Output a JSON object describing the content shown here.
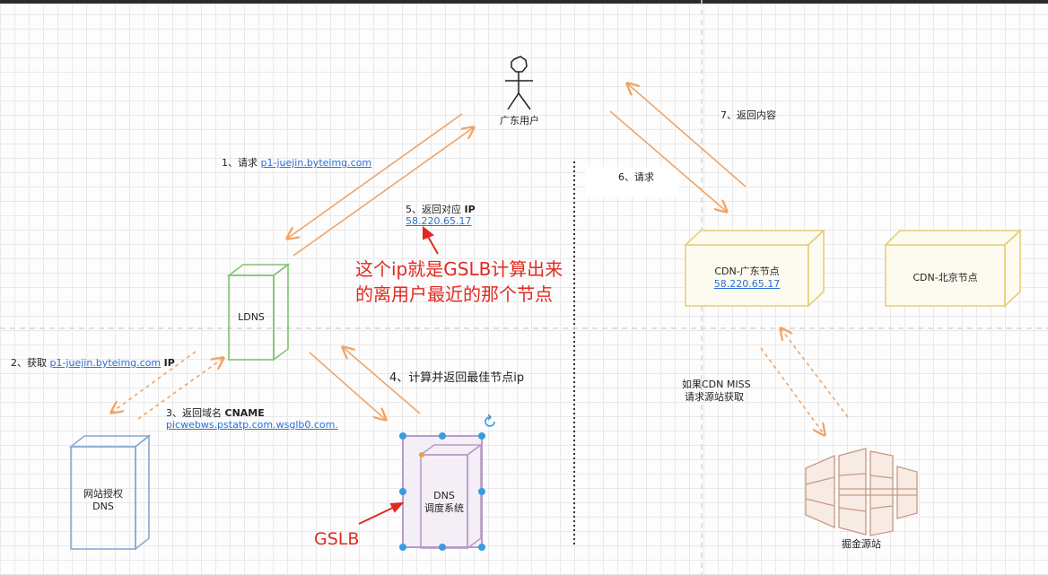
{
  "colors": {
    "arrow": "#f0a468",
    "red": "#e02a20",
    "link": "#2a6fd6",
    "ldns": "#82c272",
    "dns": "#8aa8cf",
    "gslb": "#b89ac8",
    "cdn": "#e3cf7c",
    "origin": "#c89a83",
    "handle": "#3a9be0"
  },
  "user": {
    "label": "广东用户"
  },
  "steps": {
    "s1": {
      "label": "1、请求",
      "link": "p1-juejin.byteimg.com"
    },
    "s2": {
      "label": "2、获取",
      "link": "p1-juejin.byteimg.com",
      "suffix": "IP"
    },
    "s3": {
      "label": "3、返回域名",
      "bold": "CNAME",
      "link": "picwebws.pstatp.com.wsglb0.com."
    },
    "s4": {
      "label": "4、计算并返回最佳节点ip"
    },
    "s5": {
      "label": "5、返回对应",
      "bold": "IP",
      "link": "58.220.65.17"
    },
    "s6": {
      "label": "6、请求"
    },
    "s7": {
      "label": "7、返回内容"
    }
  },
  "annotation": {
    "line1": "这个ip就是GSLB计算出来",
    "line2": "的离用户最近的那个节点",
    "gslb": "GSLB"
  },
  "boxes": {
    "ldns": "LDNS",
    "auth_dns_line1": "网站授权",
    "auth_dns_line2": "DNS",
    "gslb_line1": "DNS",
    "gslb_line2": "调度系统",
    "cdn_gd": "CDN-广东节点",
    "cdn_gd_ip": "58.220.65.17",
    "cdn_bj": "CDN-北京节点",
    "origin": "掘金源站"
  },
  "miss": {
    "line1": "如果CDN MISS",
    "line2": "请求源站获取"
  }
}
